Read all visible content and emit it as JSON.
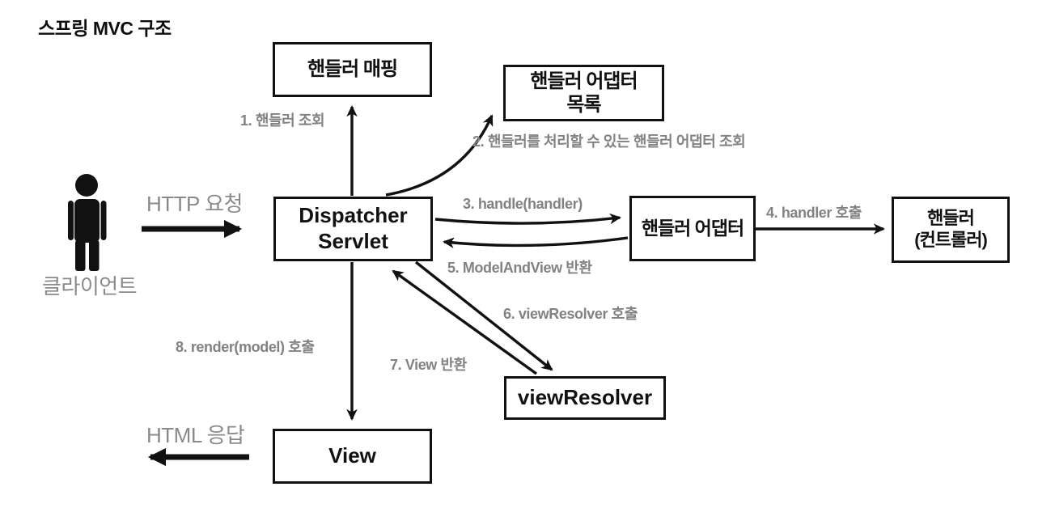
{
  "title": "스프링 MVC 구조",
  "client": {
    "label": "클라이언트"
  },
  "nodes": {
    "handler_mapping": {
      "label": "핸들러 매핑"
    },
    "handler_adapter_list": {
      "label": "핸들러 어댑터\n목록"
    },
    "dispatcher_servlet": {
      "label": "Dispatcher\nServlet"
    },
    "handler_adapter": {
      "label": "핸들러 어댑터"
    },
    "handler_controller": {
      "label": "핸들러\n(컨트롤러)"
    },
    "view_resolver": {
      "label": "viewResolver"
    },
    "view": {
      "label": "View"
    }
  },
  "edges": {
    "http_request": "HTTP 요청",
    "step1": "1. 핸들러 조회",
    "step2": "2. 핸들러를 처리할 수 있는 핸들러 어댑터 조회",
    "step3": "3. handle(handler)",
    "step4": "4. handler 호출",
    "step5": "5. ModelAndView 반환",
    "step6": "6. viewResolver 호출",
    "step7": "7. View 반환",
    "step8": "8. render(model) 호출",
    "html_response": "HTML 응답"
  },
  "colors": {
    "line": "#111111",
    "box_border": "#111111",
    "step_label_gray": "#828282",
    "io_label_gray": "#8a8a8a"
  }
}
